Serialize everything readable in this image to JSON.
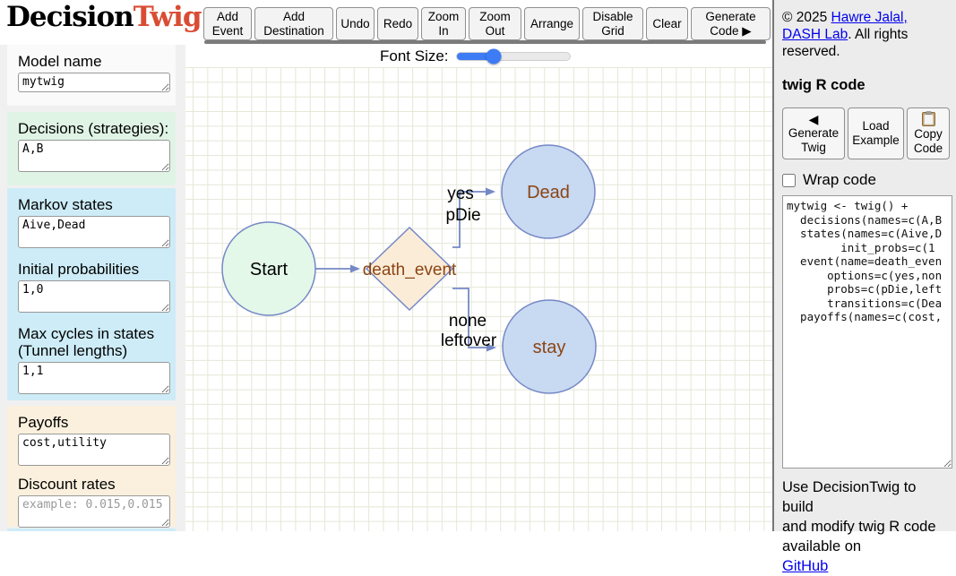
{
  "logo": {
    "part1": "Decision",
    "part2": "Twig"
  },
  "toolbar": {
    "buttons": [
      {
        "id": "add-event",
        "label": "Add\nEvent"
      },
      {
        "id": "add-destination",
        "label": "Add\nDestination"
      },
      {
        "id": "undo",
        "label": "Undo"
      },
      {
        "id": "redo",
        "label": "Redo"
      },
      {
        "id": "zoom-in",
        "label": "Zoom\nIn"
      },
      {
        "id": "zoom-out",
        "label": "Zoom\nOut"
      },
      {
        "id": "arrange",
        "label": "Arrange"
      },
      {
        "id": "disable-grid",
        "label": "Disable\nGrid"
      },
      {
        "id": "clear",
        "label": "Clear"
      },
      {
        "id": "generate-code",
        "label": "Generate\nCode ▶"
      }
    ]
  },
  "sidebar": {
    "model_name": {
      "label": "Model name",
      "value": "mytwig"
    },
    "decisions": {
      "label": "Decisions (strategies):",
      "value": "A,B"
    },
    "markov_states": {
      "label": "Markov states",
      "value": "Aive,Dead"
    },
    "initial_probabilities": {
      "label": "Initial probabilities",
      "value": "1,0"
    },
    "max_cycles": {
      "label": "Max cycles in states (Tunnel lengths)",
      "value": "1,1"
    },
    "payoffs": {
      "label": "Payoffs",
      "value": "cost,utility"
    },
    "discount_rates": {
      "label": "Discount rates",
      "placeholder": "example: 0.015,0.015"
    }
  },
  "canvas": {
    "font_size_label": "Font Size:",
    "font_size_percent": 33,
    "diagram": {
      "nodes": [
        {
          "id": "start",
          "type": "root",
          "label": "Start"
        },
        {
          "id": "death_event",
          "type": "event",
          "label": "death_event"
        },
        {
          "id": "dead",
          "type": "state",
          "label": "Dead"
        },
        {
          "id": "stay",
          "type": "state",
          "label": "stay"
        }
      ],
      "edges": [
        {
          "from": "start",
          "to": "death_event",
          "labels": []
        },
        {
          "from": "death_event",
          "to": "dead",
          "labels": [
            "yes",
            "pDie"
          ]
        },
        {
          "from": "death_event",
          "to": "stay",
          "labels": [
            "none",
            "leftover"
          ]
        }
      ],
      "colors": {
        "node_stroke": "#7588c5",
        "start_fill": "#e3f8e9",
        "event_fill": "#fbecd8",
        "state_fill": "#c8d9f2",
        "node_label_brown": "#8b4513",
        "slider_accent": "#3d7cf5",
        "logo_accent": "#d94c33"
      }
    }
  },
  "right_panel": {
    "copyright": {
      "prefix": "© 2025 ",
      "link": "Hawre Jalal, DASH Lab",
      "suffix": ". All rights reserved."
    },
    "title": "twig R code",
    "buttons": {
      "generate_twig": {
        "icon": "◀",
        "label": "Generate\nTwig"
      },
      "load_example": {
        "label": "Load\nExample"
      },
      "copy_code": {
        "icon": "clipboard-icon",
        "label": "Copy\nCode"
      }
    },
    "wrap_code_label": "Wrap code",
    "code": "mytwig <- twig() +\n  decisions(names=c(A,B\n  states(names=c(Aive,D\n        init_probs=c(1\n  event(name=death_even\n      options=c(yes,non\n      probs=c(pDie,left\n      transitions=c(Dea\n  payoffs(names=c(cost,",
    "footer": {
      "text": "Use DecisionTwig to build\nand modify twig R code\navailable on",
      "link": "GitHub"
    }
  }
}
